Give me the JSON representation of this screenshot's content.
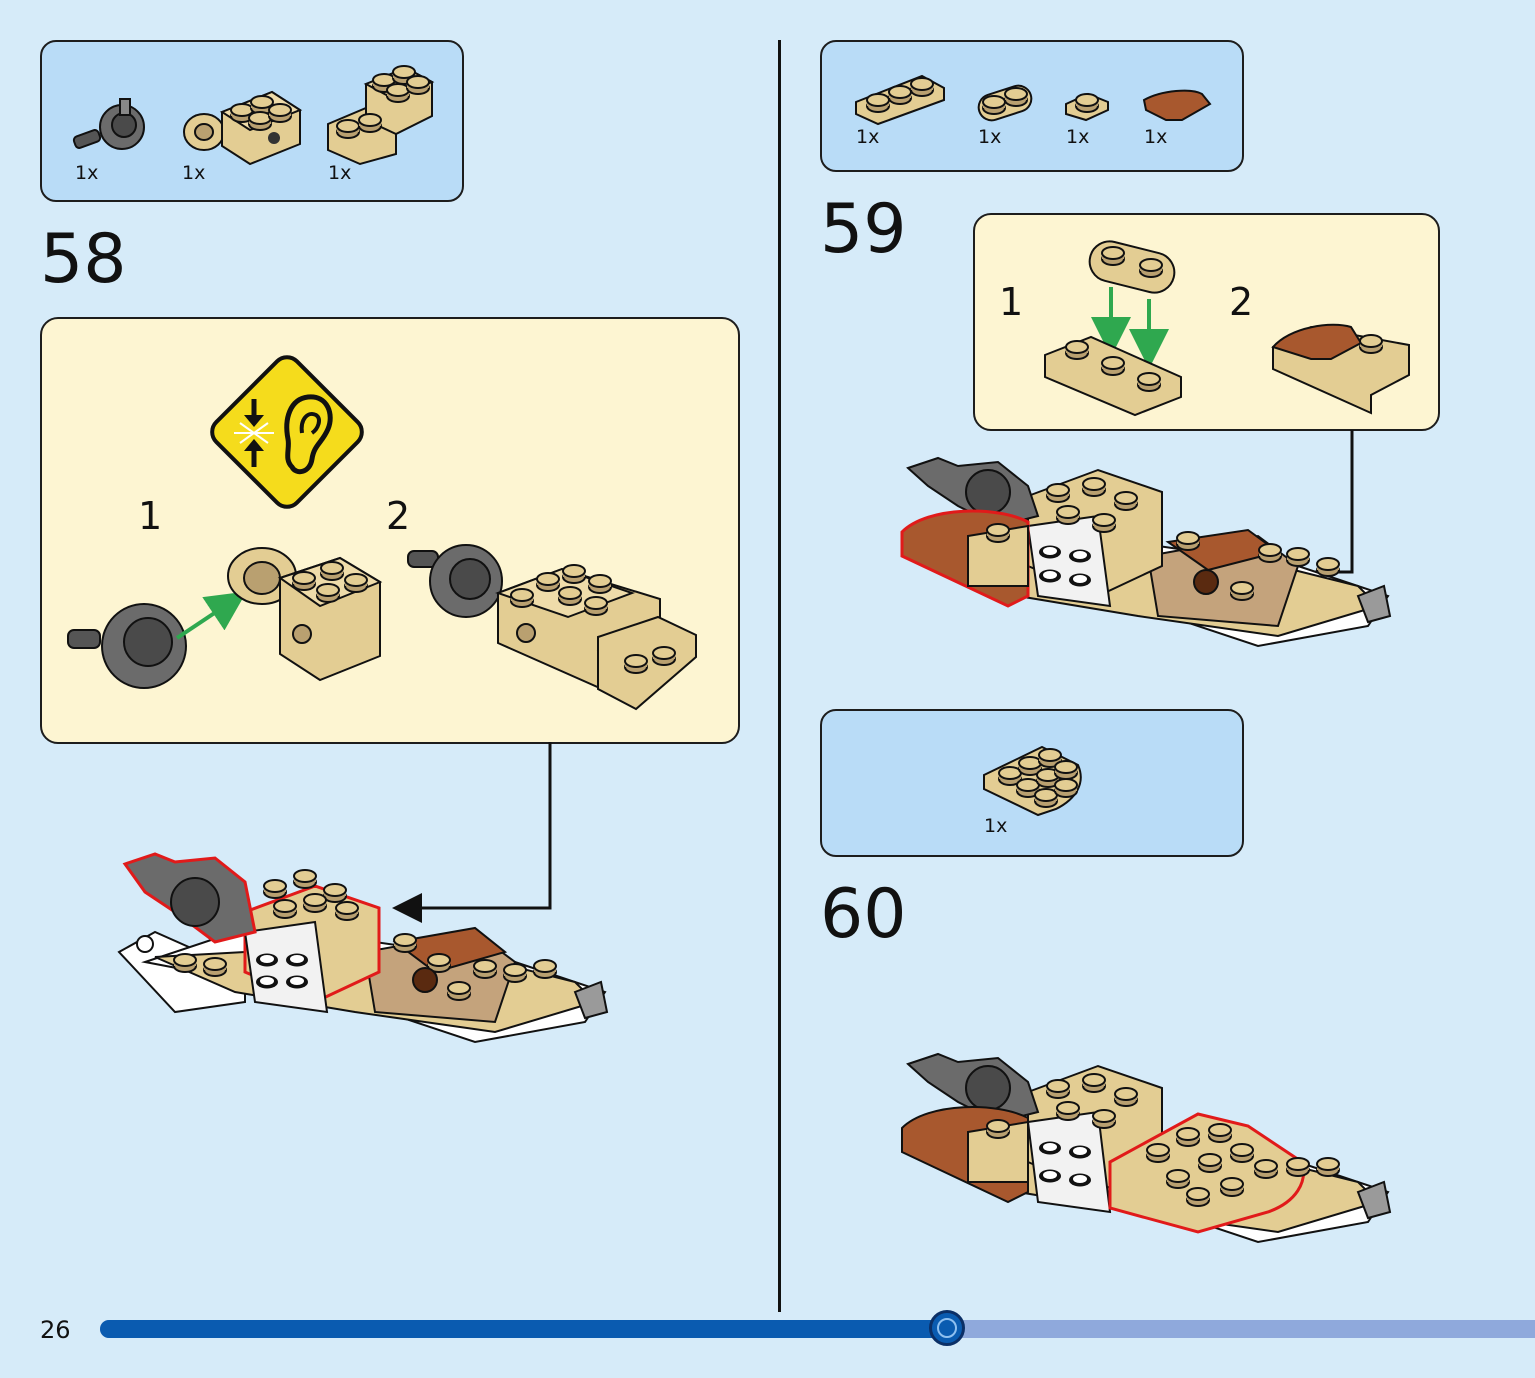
{
  "page": {
    "number": "26"
  },
  "progress": {
    "fraction": 0.59
  },
  "colors": {
    "page_bg": "#d6ebf9",
    "parts_box_bg": "#b9dcf7",
    "sub_box_bg": "#fdf5d2",
    "tan": "#e3cd93",
    "dark_tan": "#b9a070",
    "brown": "#a8582e",
    "grey": "#6b6b6b",
    "highlight": "#e11a1a",
    "arrow_green": "#2fa84f",
    "warning_yellow": "#f5dc1c",
    "progress_fill": "#0a5bb0",
    "progress_track": "#8fa9dc"
  },
  "steps": {
    "s58": {
      "number": "58",
      "parts": [
        {
          "icon": "axle-connector-grey",
          "qty": "1x"
        },
        {
          "icon": "brick-with-pin-hole-tan",
          "qty": "1x"
        },
        {
          "icon": "bracket-tan",
          "qty": "1x"
        }
      ],
      "sub": {
        "one": "1",
        "two": "2"
      },
      "warning_icon": "click-sound-warning-icon"
    },
    "s59": {
      "number": "59",
      "parts": [
        {
          "icon": "plate-1x3-tan",
          "qty": "1x"
        },
        {
          "icon": "plate-1x2-rounded-tan",
          "qty": "1x"
        },
        {
          "icon": "plate-1x1-tan",
          "qty": "1x"
        },
        {
          "icon": "slope-curved-brown",
          "qty": "1x"
        }
      ],
      "sub": {
        "one": "1",
        "two": "2"
      }
    },
    "s60": {
      "number": "60",
      "parts": [
        {
          "icon": "plate-round-corner-tan",
          "qty": "1x"
        }
      ]
    }
  }
}
